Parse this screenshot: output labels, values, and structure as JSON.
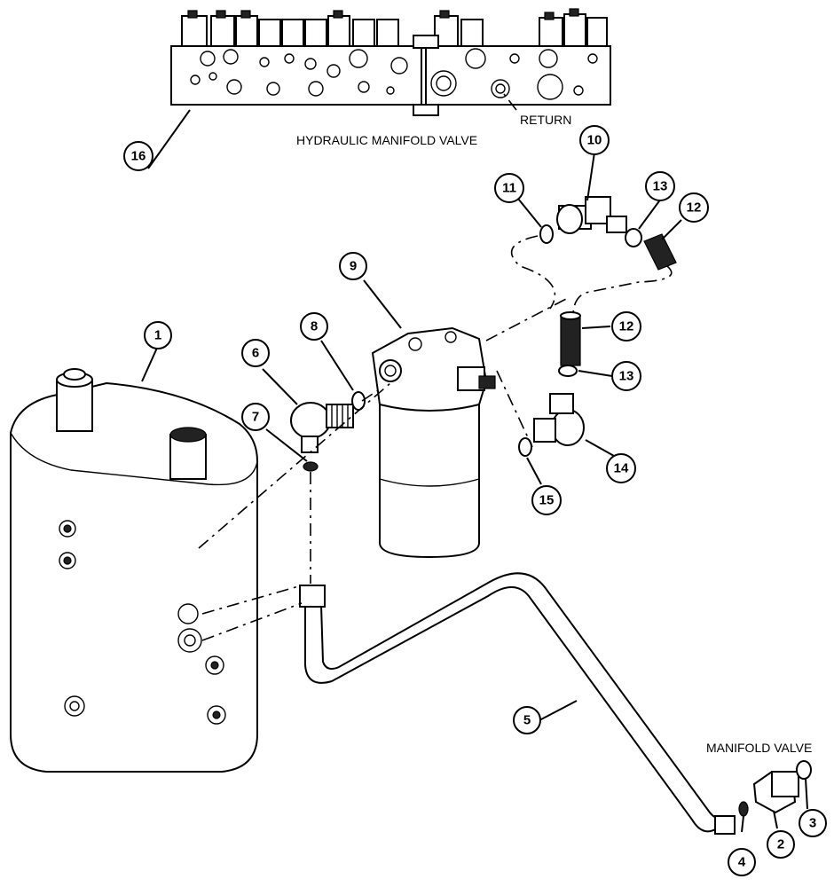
{
  "labels": {
    "hydraulic_manifold_valve": "HYDRAULIC MANIFOLD VALVE",
    "return": "RETURN",
    "manifold_valve": "MANIFOLD VALVE"
  },
  "callouts": {
    "c1": "1",
    "c2": "2",
    "c3": "3",
    "c4": "4",
    "c5": "5",
    "c6": "6",
    "c7": "7",
    "c8": "8",
    "c9": "9",
    "c10": "10",
    "c11": "11",
    "c12a": "12",
    "c12b": "12",
    "c13a": "13",
    "c13b": "13",
    "c14": "14",
    "c15": "15",
    "c16": "16"
  }
}
